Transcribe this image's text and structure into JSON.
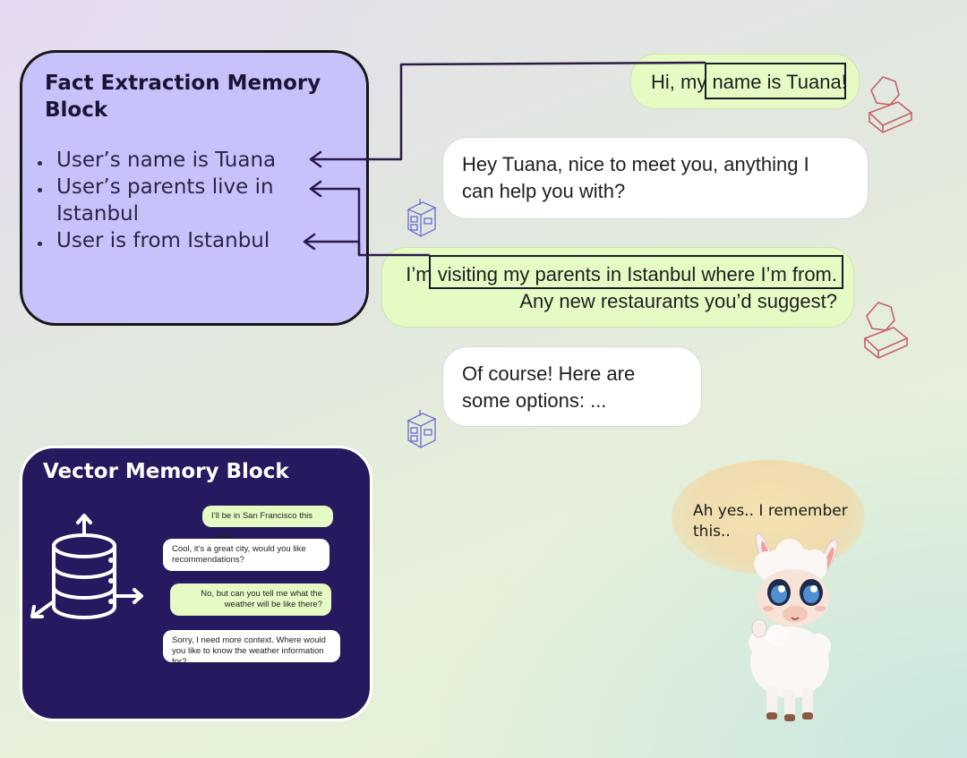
{
  "fact_block": {
    "title": "Fact Extraction Memory Block",
    "facts": [
      "User’s name is Tuana",
      "User’s parents live in Istanbul",
      "User is from Istanbul"
    ]
  },
  "chat": [
    {
      "role": "user",
      "text": "Hi, my name is Tuana!"
    },
    {
      "role": "assistant",
      "text": "Hey Tuana, nice  to meet you, anything I can help you with?"
    },
    {
      "role": "user",
      "text": "I’m visiting my parents in Istanbul where I’m from. Any new restaurants you’d suggest?"
    },
    {
      "role": "assistant",
      "text": "Of course! Here are some options: ..."
    }
  ],
  "vector_block": {
    "title": "Vector Memory Block",
    "messages": [
      {
        "role": "user",
        "text": "I’ll be in San Francisco this week"
      },
      {
        "role": "assistant",
        "text": "Cool, it’s a great city, would you like recommendations?"
      },
      {
        "role": "user",
        "text": "No, but can you tell me what the weather will be like there?"
      },
      {
        "role": "assistant",
        "text": "Sorry, I need more context. Where would you like to know the weather information for?"
      }
    ]
  },
  "llama_thought": "Ah yes.. I remember this..",
  "colors": {
    "fact_block_bg": "#c8c2fb",
    "vector_block_bg": "#26195f",
    "user_bubble": "#e6fbc4",
    "assistant_bubble": "#ffffff",
    "arrow": "#2a1b4a"
  }
}
